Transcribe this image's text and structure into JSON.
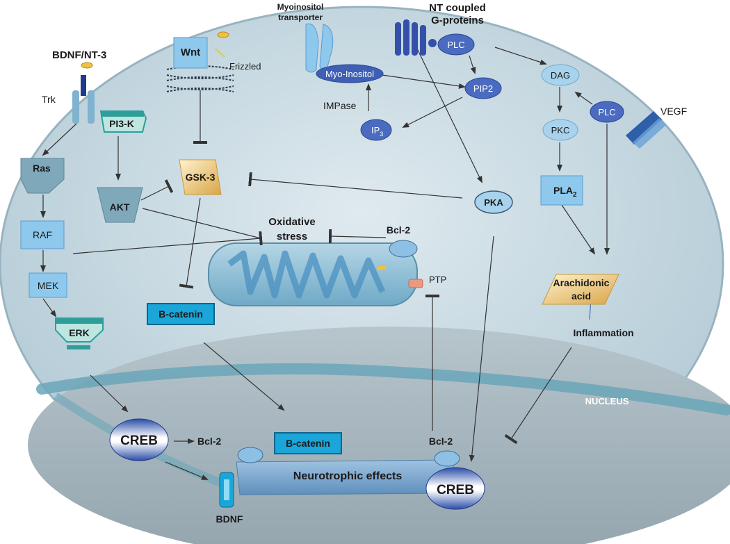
{
  "labels": {
    "bdnf_nt3": "BDNF/NT-3",
    "trk": "Trk",
    "pi3k": "PI3-K",
    "ras": "Ras",
    "akt": "AKT",
    "raf": "RAF",
    "mek": "MEK",
    "erk": "ERK",
    "wnt": "Wnt",
    "frizzled": "Frizzled",
    "gsk3": "GSK-3",
    "myoinositol_transporter_1": "Myoinositol",
    "myoinositol_transporter_2": "transporter",
    "myo_inositol": "Myo-Inositol",
    "nt_coupled_1": "NT coupled",
    "nt_coupled_2": "G-proteins",
    "plc_top": "PLC",
    "pip2": "PIP2",
    "impase": "IMPase",
    "ip3_base": "IP",
    "ip3_sub": "3",
    "dag": "DAG",
    "plc_right": "PLC",
    "vegf": "VEGF",
    "pkc": "PKC",
    "pla2_base": "PLA",
    "pla2_sub": "2",
    "pka": "PKA",
    "oxidative_1": "Oxidative",
    "oxidative_2": "stress",
    "bcl2_mito": "Bcl-2",
    "ptp": "PTP",
    "b_catenin_cyto": "B-catenin",
    "arachidonic_1": "Arachidonic",
    "arachidonic_2": "acid",
    "inflammation": "Inflammation",
    "nucleus": "NUCLEUS",
    "creb_left": "CREB",
    "bcl2_left": "Bcl-2",
    "b_catenin_nuc": "B-catenin",
    "bcl2_right": "Bcl-2",
    "neurotrophic": "Neurotrophic effects",
    "creb_right": "CREB",
    "bdnf": "BDNF"
  },
  "colors": {
    "cell": "#c9dde5",
    "nucleus": "#a9b7bf",
    "node_blue": "#4a6bbf",
    "box_blue": "#8ec8ec",
    "cyan_box": "#1aa6d8",
    "gold": "#e8c070",
    "teal": "#2e9e9a"
  }
}
